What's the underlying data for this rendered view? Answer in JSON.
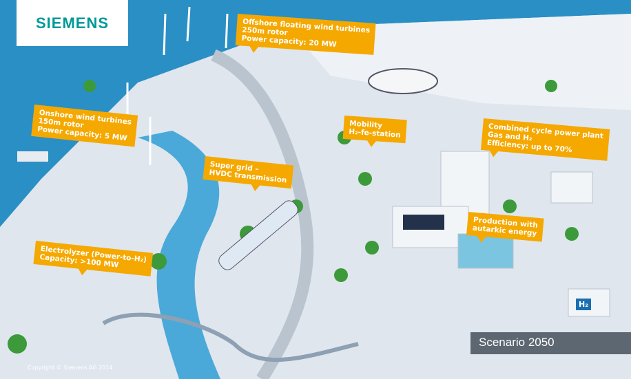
{
  "brand": {
    "logo_text": "SIEMENS"
  },
  "callouts": [
    {
      "id": "offshore",
      "lines": [
        "Offshore floating wind turbines",
        "250m rotor",
        "Power capacity: 20 MW"
      ]
    },
    {
      "id": "onshore",
      "lines": [
        "Onshore wind turbines",
        "150m rotor",
        "Power capacity: 5 MW"
      ]
    },
    {
      "id": "mobility",
      "lines": [
        "Mobility",
        "H₂-fe-station"
      ]
    },
    {
      "id": "ccpp",
      "lines": [
        "Combined cycle power plant",
        "Gas and H₂",
        "Efficiency: up to 70%"
      ]
    },
    {
      "id": "supergrid",
      "lines": [
        "Super grid –",
        "HVDC transmission"
      ]
    },
    {
      "id": "production",
      "lines": [
        "Production with",
        "autarkic energy"
      ]
    },
    {
      "id": "electrolyzer",
      "lines": [
        "Electrolyzer (Power-to-H₂)",
        "Capacity: >100 MW"
      ]
    }
  ],
  "scenario_label": "Scenario 2050",
  "copyright": "Copyright © Siemens AG 2014",
  "tank_label": "H₂",
  "colors": {
    "accent": "#f5a800",
    "brand": "#009999",
    "sea": "#2a8fc4",
    "land": "#dfe6ee"
  }
}
